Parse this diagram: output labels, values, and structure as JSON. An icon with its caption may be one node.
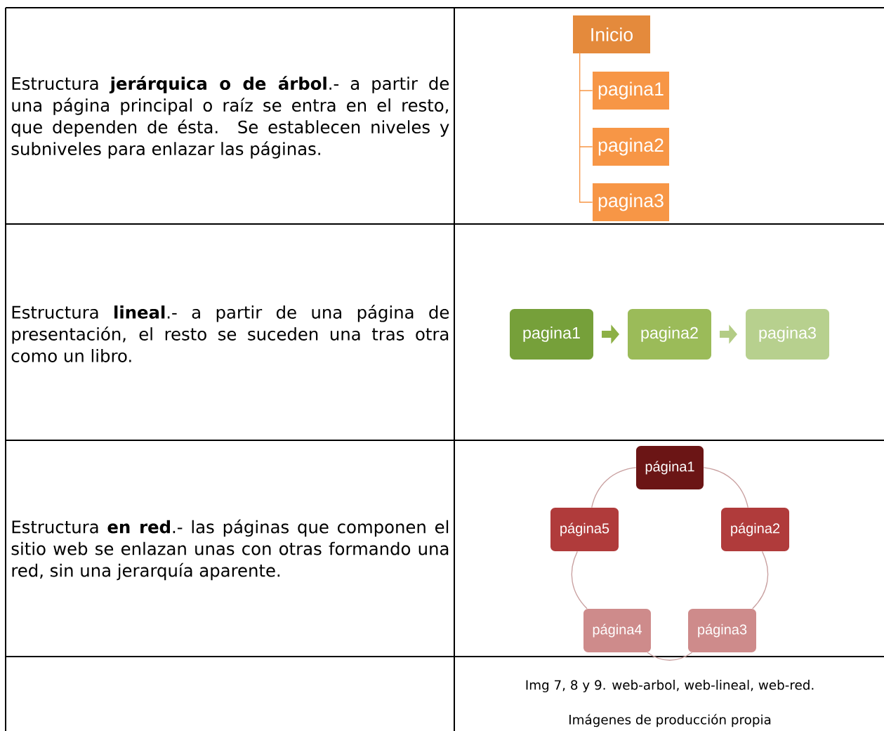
{
  "diagram": {
    "nodes": [
      {
        "text": [
          "Inicio"
        ]
      },
      {
        "text": [
          "pagina1"
        ]
      },
      {
        "text": [
          "pagina2"
        ]
      },
      {
        "text": [
          "pagina3"
        ]
      },
      {
        "text": [
          "pagina1"
        ]
      },
      {
        "text": [
          "pagina2"
        ]
      },
      {
        "text": [
          "pagina3"
        ]
      },
      {
        "text": [
          "página1"
        ]
      },
      {
        "text": [
          "página2"
        ]
      },
      {
        "text": [
          "página3"
        ]
      },
      {
        "text": [
          "página4"
        ]
      },
      {
        "text": [
          "página5"
        ]
      }
    ],
    "edges": [
      {
        "from": 0,
        "to": 1,
        "arrow": "none",
        "color": "#f79646"
      },
      {
        "from": 0,
        "to": 2,
        "arrow": "none",
        "color": "#f79646"
      },
      {
        "from": 0,
        "to": 3,
        "arrow": "none",
        "color": "#f79646"
      },
      {
        "from": 4,
        "to": 5,
        "arrow": "to",
        "style": "thick",
        "color": "#8db046"
      },
      {
        "from": 5,
        "to": 6,
        "arrow": "to",
        "style": "thick",
        "color": "#b3cc85"
      },
      {
        "from": 7,
        "to": 8,
        "arrow": "none",
        "color": "#c9a0a0"
      },
      {
        "from": 8,
        "to": 9,
        "arrow": "none",
        "color": "#c9a0a0"
      },
      {
        "from": 9,
        "to": 10,
        "arrow": "none",
        "color": "#c9a0a0"
      },
      {
        "from": 10,
        "to": 11,
        "arrow": "none",
        "color": "#c9a0a0"
      },
      {
        "from": 11,
        "to": 7,
        "arrow": "none",
        "color": "#c9a0a0"
      }
    ],
    "labels": [
      "Estructura **jerárquica o de árbol**.- a partir de una página principal o raíz se entra en el resto, que dependen de ésta. Se establecen niveles y subniveles para enlazar las páginas.",
      "Estructura **lineal**.- a partir de una página de presentación, el resto se suceden una tras otra como un libro.",
      "Estructura **en red**.- las páginas que componen el sitio web se enlazan unas con otras formando una red, sin una jerarquía aparente.",
      "Img 7, 8 y 9. web-arbol, web-lineal, web-red.",
      "Imágenes de producción propia"
    ]
  }
}
